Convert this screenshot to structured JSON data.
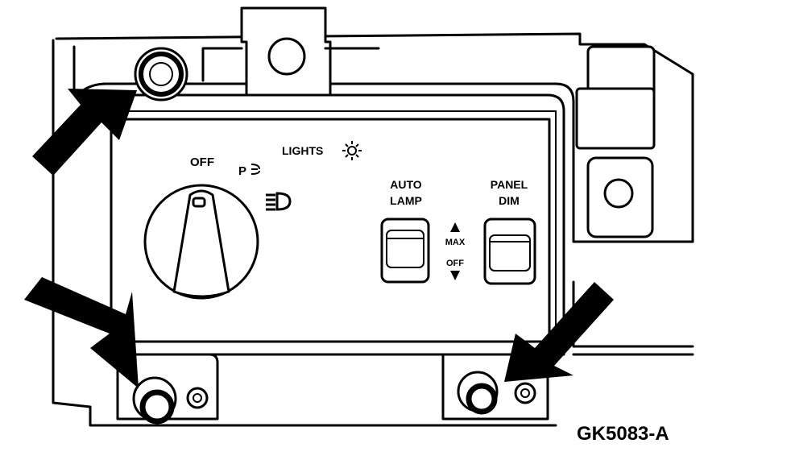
{
  "labels": {
    "off": "OFF",
    "parking": "P",
    "lights": "LIGHTS",
    "auto_lamp_1": "AUTO",
    "auto_lamp_2": "LAMP",
    "panel_dim_1": "PANEL",
    "panel_dim_2": "DIM",
    "max": "MAX",
    "off_small": "OFF"
  },
  "figure_id": "GK5083-A",
  "icons": [
    "parking-lamp-icon",
    "sun-icon",
    "headlamp-icon",
    "up-triangle-icon",
    "down-triangle-icon",
    "pointer-arrow-icon"
  ]
}
